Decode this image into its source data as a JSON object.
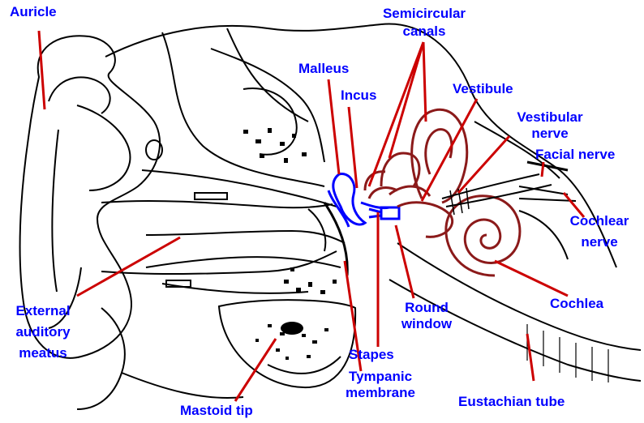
{
  "colors": {
    "label": "#0000ff",
    "leader": "#cc0000",
    "ossicles": "#0000ff",
    "inner_ear": "#8b1a1a",
    "outline": "#000000"
  },
  "labels": {
    "auricle": "Auricle",
    "semicircular_1": "Semicircular",
    "semicircular_2": "canals",
    "malleus": "Malleus",
    "incus": "Incus",
    "vestibule": "Vestibule",
    "vestibular_nerve_1": "Vestibular",
    "vestibular_nerve_2": "nerve",
    "facial_nerve": "Facial nerve",
    "cochlear_nerve_1": "Cochlear",
    "cochlear_nerve_2": "nerve",
    "cochlea": "Cochlea",
    "round_window_1": "Round",
    "round_window_2": "window",
    "external_1": "External",
    "external_2": "auditory",
    "external_3": "meatus",
    "stapes": "Stapes",
    "tympanic_1": "Tympanic",
    "tympanic_2": "membrane",
    "eustachian": "Eustachian tube",
    "mastoid": "Mastoid tip"
  }
}
